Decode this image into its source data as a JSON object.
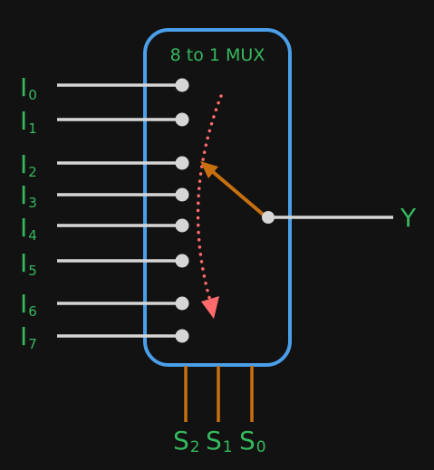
{
  "title": "8 to 1 MUX",
  "inputs": [
    {
      "letter": "I",
      "sub": "0"
    },
    {
      "letter": "I",
      "sub": "1"
    },
    {
      "letter": "I",
      "sub": "2"
    },
    {
      "letter": "I",
      "sub": "3"
    },
    {
      "letter": "I",
      "sub": "4"
    },
    {
      "letter": "I",
      "sub": "5"
    },
    {
      "letter": "I",
      "sub": "6"
    },
    {
      "letter": "I",
      "sub": "7"
    }
  ],
  "selects": [
    {
      "letter": "S",
      "sub": "2"
    },
    {
      "letter": "S",
      "sub": "1"
    },
    {
      "letter": "S",
      "sub": "0"
    }
  ],
  "output": "Y",
  "colors": {
    "background": "#121212",
    "box": "#4a9fe8",
    "wire": "#d6d6d6",
    "label": "#36b85e",
    "select_wire": "#c8700f",
    "switch_arm": "#c8700f",
    "sweep_arrow": "#ff6b6b"
  }
}
